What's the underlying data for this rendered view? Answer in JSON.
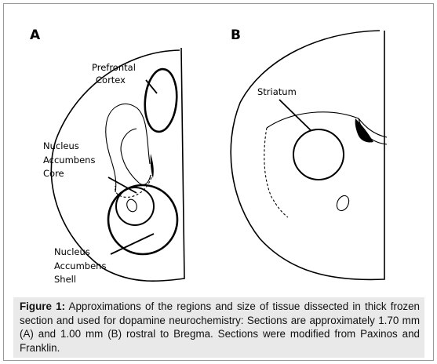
{
  "panels": {
    "a": {
      "letter": "A",
      "labels": {
        "prefrontal_line1": "Prefrontal",
        "prefrontal_line2": "Cortex",
        "core_line1": "Nucleus",
        "core_line2": "Accumbens",
        "core_line3": "Core",
        "shell_line1": "Nucleus",
        "shell_line2": "Accumbens",
        "shell_line3": "Shell"
      }
    },
    "b": {
      "letter": "B",
      "labels": {
        "striatum": "Striatum"
      }
    }
  },
  "caption": {
    "label": "Figure 1:",
    "text": " Approximations of the regions and size of tissue dissected in thick frozen section and used for dopamine neurochemistry: Sections are approximately 1.70 mm (A) and 1.00 mm (B) rostral to Bregma. Sections were modified from Paxinos and Franklin."
  }
}
